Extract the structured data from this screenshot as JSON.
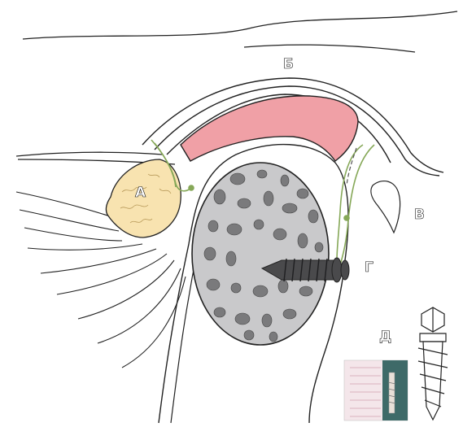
{
  "labels": {
    "a": "А",
    "b": "Б",
    "v": "В",
    "g": "Г",
    "d": "Д"
  },
  "colors": {
    "outline": "#222222",
    "cartilage_pink": "#f0a0a6",
    "bone_gray": "#c9c9cb",
    "bone_pores": "#7a7a7c",
    "fat_yellow": "#f8e3b0",
    "ligament_green": "#86a858",
    "screw_dark": "#4a4a4c",
    "photo_bg": "#f4e6ea",
    "photo_teal": "#3e6a68"
  },
  "icons": {
    "screw": "bone-screw-icon",
    "screw_drawing": "screw-line-drawing-icon",
    "screw_photo": "screw-photo-icon"
  }
}
